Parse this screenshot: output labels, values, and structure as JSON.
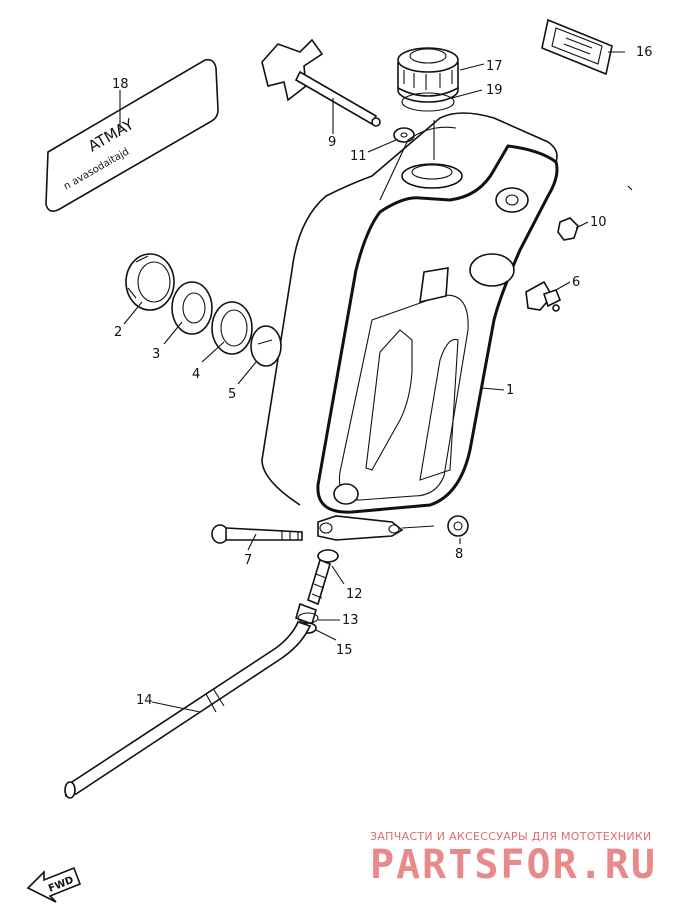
{
  "callouts": {
    "c1": "1",
    "c2": "2",
    "c3": "3",
    "c4": "4",
    "c5": "5",
    "c6": "6",
    "c7": "7",
    "c8": "8",
    "c9": "9",
    "c10": "10",
    "c11": "11",
    "c12": "12",
    "c13": "13",
    "c14": "14",
    "c15": "15",
    "c16": "16",
    "c17": "17",
    "c18": "18",
    "c19": "19"
  },
  "emblem": {
    "line1": "ATMAY",
    "line2": "n avasodaitajd"
  },
  "fwd_label": "FWD",
  "watermark": {
    "tagline": "ЗАПЧАСТИ И АКСЕССУАРЫ ДЛЯ МОТОТЕХНИКИ",
    "brand": "PARTSFOR.RU"
  },
  "colors": {
    "line": "#111111",
    "watermark": "#e88a8a"
  }
}
